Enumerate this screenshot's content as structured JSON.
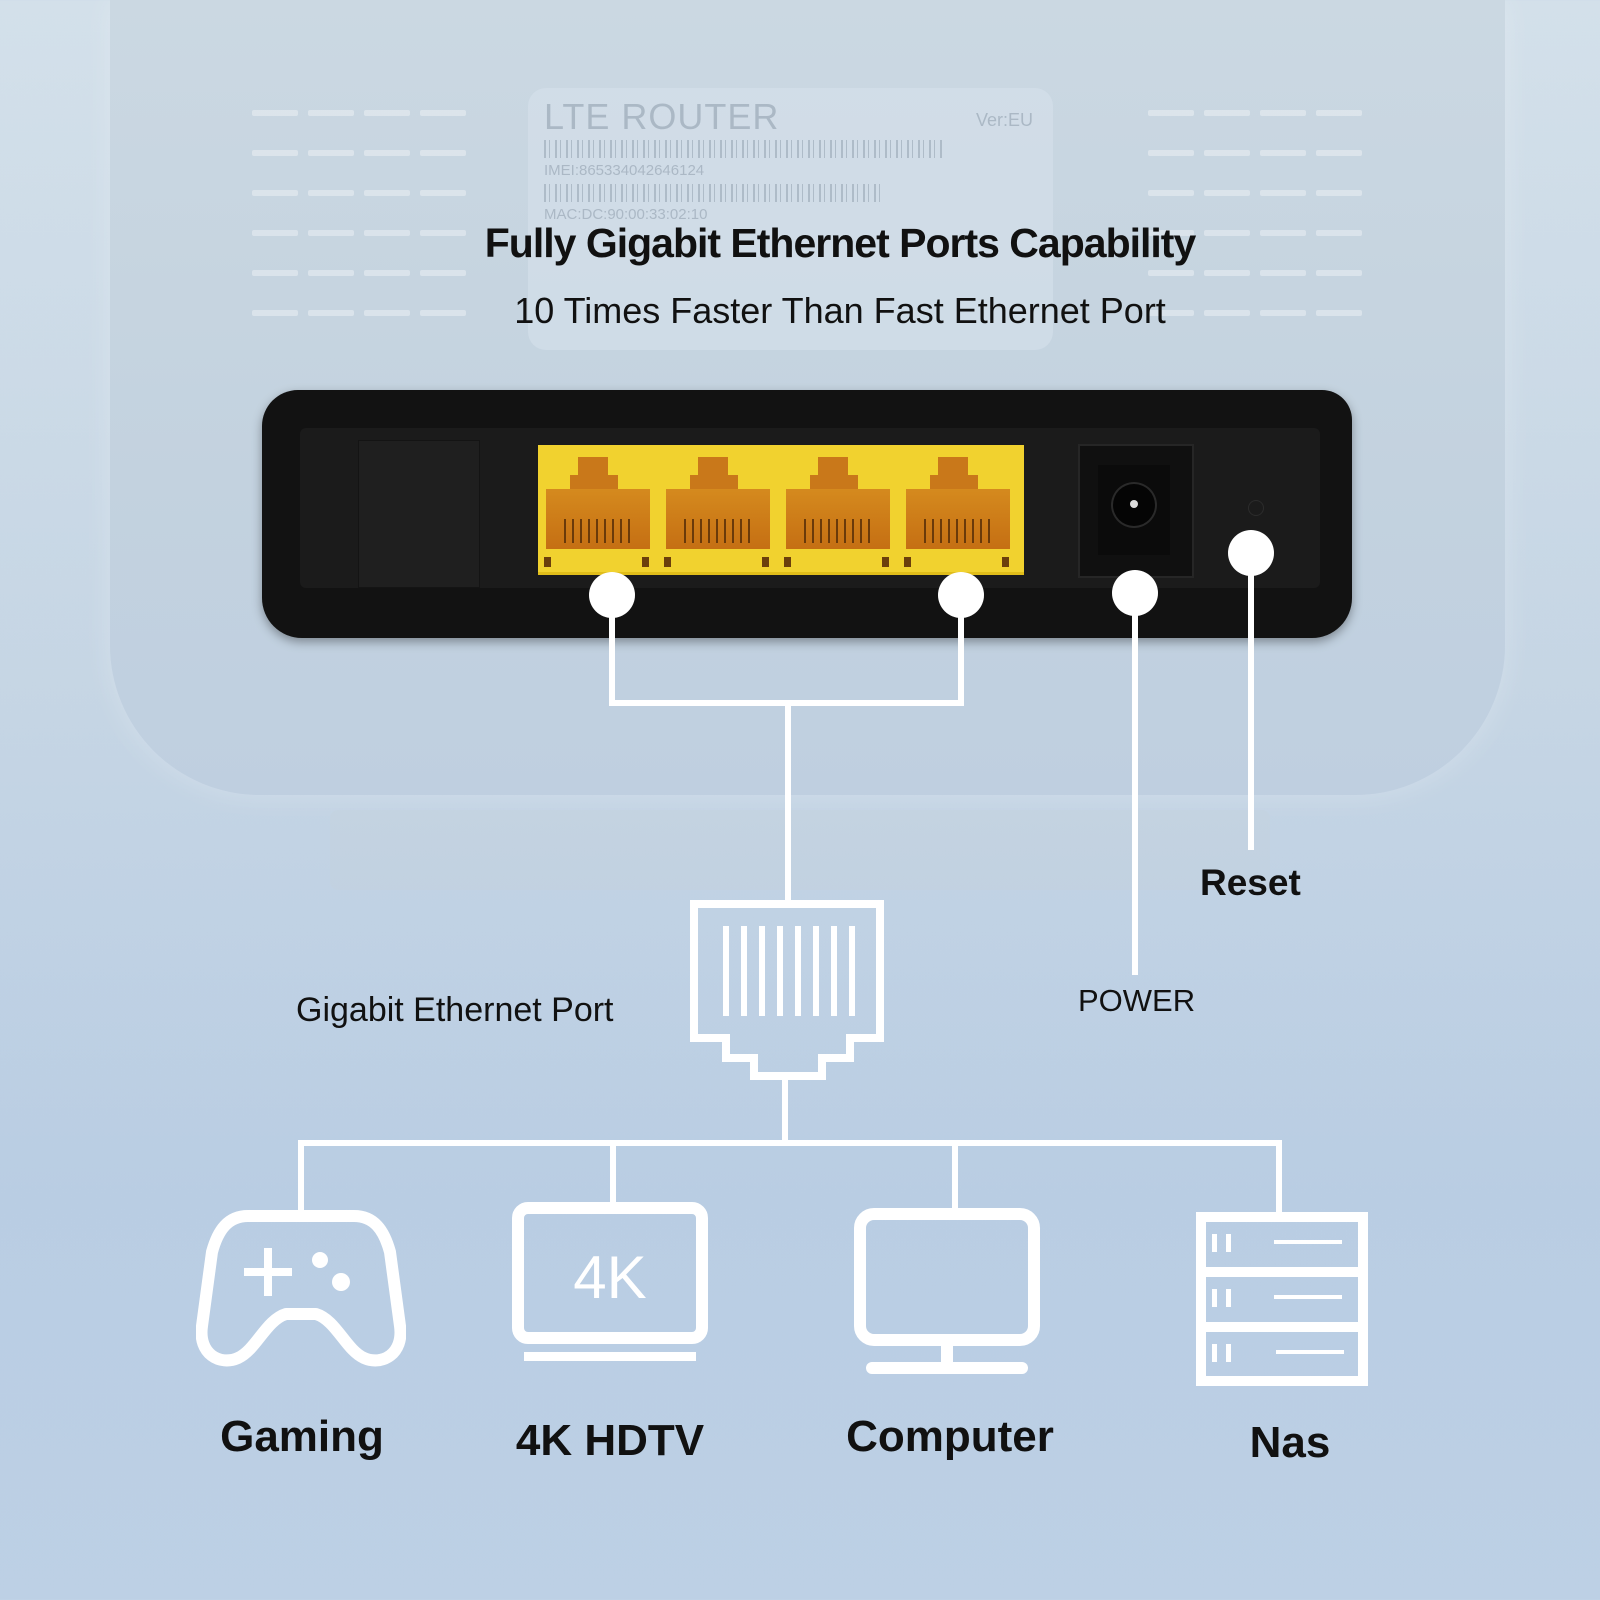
{
  "background": {
    "label_plate": {
      "title": "LTE ROUTER",
      "version": "Ver:EU",
      "imei": "IMEI:865334042646124",
      "mac": "MAC:DC:90:00:33:02:10"
    }
  },
  "header": {
    "title": "Fully Gigabit Ethernet Ports Capability",
    "subtitle": "10 Times Faster Than Fast Ethernet Port"
  },
  "router_panel": {
    "lan_port_count": 4,
    "port_color": "#f1d22f",
    "panel_color": "#121212"
  },
  "callouts": {
    "ethernet_port": "Gigabit Ethernet Port",
    "power": "POWER",
    "reset": "Reset"
  },
  "devices": [
    {
      "label": "Gaming",
      "icon": "gamepad-icon"
    },
    {
      "label": "4K HDTV",
      "icon": "tv-4k-icon",
      "icon_text": "4K"
    },
    {
      "label": "Computer",
      "icon": "monitor-icon"
    },
    {
      "label": "Nas",
      "icon": "server-icon"
    }
  ],
  "colors": {
    "background": "#c5d5e4",
    "lines": "#ffffff",
    "text": "#111111"
  }
}
